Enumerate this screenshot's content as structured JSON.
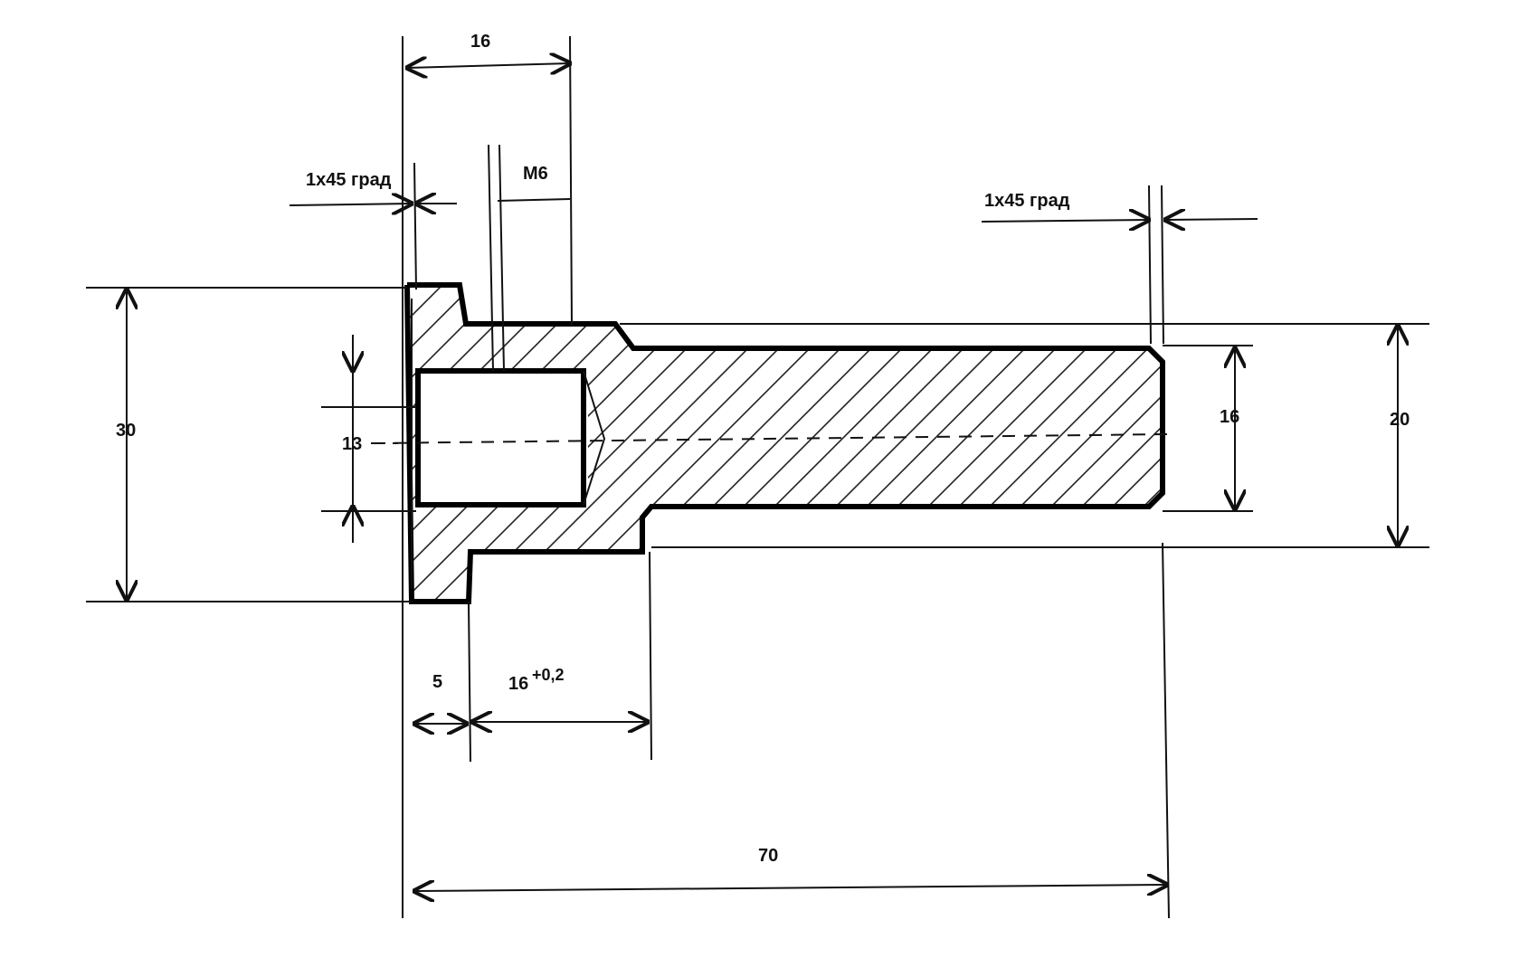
{
  "drawing": {
    "labels": {
      "top_16": "16",
      "m6": "M6",
      "chamfer_left": "1x45 град",
      "chamfer_right": "1x45 град",
      "dia_30": "30",
      "dia_13": "13",
      "dia_16": "16",
      "dia_20": "20",
      "len_5": "5",
      "len_16_base": "16",
      "len_16_tol": "+0,2",
      "len_70": "70"
    }
  }
}
